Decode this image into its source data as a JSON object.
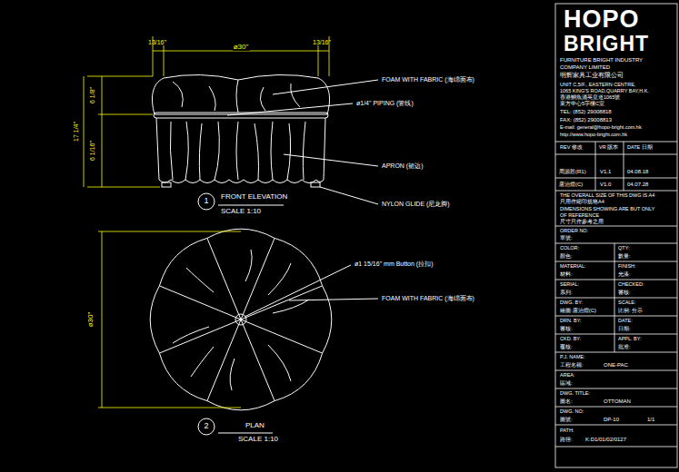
{
  "diagram": {
    "labels": [
      "ø30\"",
      "13/16\"",
      "13/16\"",
      "6 1/8\"",
      "6 1/16\"",
      "17 1/4\"",
      "FOAM WITH FABRIC (海绵面布)",
      "ø1/4\" PIPING (管线)",
      "APRON (裙边)",
      "NYLON GLIDE (尼龙脚)",
      "1",
      "FRONT ELEVATION",
      "SCALE 1:10",
      "ø30\"",
      "ø1 15/16\" mm Button (拉扣)",
      "FOAM WITH FABRIC (海绵面布)",
      "2",
      "PLAN",
      "SCALE 1:10",
      "HOPO",
      "BRIGHT",
      "FURNITURE BRIGHT INDUSTRY",
      "COMPANY LIMITED",
      "明辉家具工业有限公司",
      "UNIT C,5/F., EASTERN CENTRE,",
      "1065 KING'S ROAD,QUARRY BAY,H.K.",
      "香港鰂魚涌英皇道1065號",
      "東方中心5字樓C室",
      "TEL: (852) 29008818",
      "FAX: (852) 29008813",
      "E-mail: general@hopo-bright.com.hk",
      "http://www.hopo-bright.com.hk",
      "REV 修改",
      "VR 版本",
      "DATE 日期",
      "周源胜(R1)",
      "V1.1",
      "04.08.18",
      "唐治煊(C)",
      "V1.0",
      "04.07.28",
      "THE OVERALL SIZE OF THIS DWG IS A4",
      "只用作縮印規格A4",
      "DIMENSIONS SHOWING ARE BUT ONLY",
      "OF REFERENCE",
      "尺寸只作參考之用",
      "ORDER NO:",
      "單號:",
      "COLOR:",
      "QTY:",
      "顏色:",
      "數量:",
      "MATERIAL:",
      "FINISH:",
      "材料:",
      "光漆:",
      "SERIAL:",
      "CHECKED:",
      "系列:",
      "審核:",
      "DWG. BY:",
      "SCALE:",
      "繪圖:唐治煊(C)",
      "比例: 分示",
      "DRN. BY:",
      "DATE:",
      "審核:",
      "日期:",
      "CKD. BY:",
      "APPL. BY:",
      "覆核:",
      "批准:",
      "P.J. NAME:",
      "工程名稱:",
      "ONE-PAC",
      "AREA:",
      "區域:",
      "DWG. TITLE:",
      "圖名:",
      "OTTOMAN",
      "DWG. NO:",
      "圖號:",
      "DP-10",
      "1/1",
      "PATH:",
      "路徑:",
      "K:D1/01/02/0127"
    ]
  }
}
